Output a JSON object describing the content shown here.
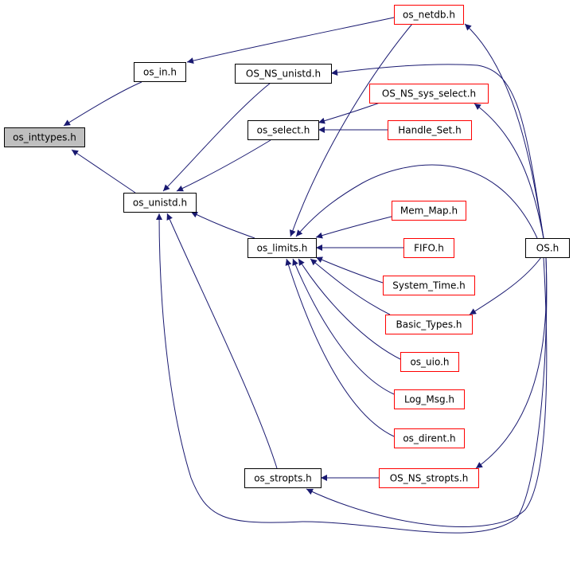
{
  "colors": {
    "edge": "#191970",
    "node_border_black": "#000000",
    "node_border_red": "#ff0000",
    "node_fill": "#ffffff",
    "root_fill": "#bfbfbf"
  },
  "nodes": [
    {
      "id": "os_inttypes",
      "label": "os_inttypes.h",
      "style": "root"
    },
    {
      "id": "os_in",
      "label": "os_in.h",
      "style": "black"
    },
    {
      "id": "os_unistd",
      "label": "os_unistd.h",
      "style": "black"
    },
    {
      "id": "OS_NS_unistd",
      "label": "OS_NS_unistd.h",
      "style": "black"
    },
    {
      "id": "os_select",
      "label": "os_select.h",
      "style": "black"
    },
    {
      "id": "os_limits",
      "label": "os_limits.h",
      "style": "black"
    },
    {
      "id": "os_stropts",
      "label": "os_stropts.h",
      "style": "black"
    },
    {
      "id": "OS",
      "label": "OS.h",
      "style": "black"
    },
    {
      "id": "os_netdb",
      "label": "os_netdb.h",
      "style": "red"
    },
    {
      "id": "OS_NS_sys_select",
      "label": "OS_NS_sys_select.h",
      "style": "red"
    },
    {
      "id": "Handle_Set",
      "label": "Handle_Set.h",
      "style": "red"
    },
    {
      "id": "Mem_Map",
      "label": "Mem_Map.h",
      "style": "red"
    },
    {
      "id": "FIFO",
      "label": "FIFO.h",
      "style": "red"
    },
    {
      "id": "System_Time",
      "label": "System_Time.h",
      "style": "red"
    },
    {
      "id": "Basic_Types",
      "label": "Basic_Types.h",
      "style": "red"
    },
    {
      "id": "os_uio",
      "label": "os_uio.h",
      "style": "red"
    },
    {
      "id": "Log_Msg",
      "label": "Log_Msg.h",
      "style": "red"
    },
    {
      "id": "os_dirent",
      "label": "os_dirent.h",
      "style": "red"
    },
    {
      "id": "OS_NS_stropts",
      "label": "OS_NS_stropts.h",
      "style": "red"
    }
  ],
  "edges": [
    {
      "from": "os_in",
      "to": "os_inttypes"
    },
    {
      "from": "os_unistd",
      "to": "os_inttypes"
    },
    {
      "from": "os_netdb",
      "to": "os_in"
    },
    {
      "from": "OS_NS_unistd",
      "to": "os_unistd"
    },
    {
      "from": "os_select",
      "to": "os_unistd"
    },
    {
      "from": "os_limits",
      "to": "os_unistd"
    },
    {
      "from": "os_stropts",
      "to": "os_unistd"
    },
    {
      "from": "OS",
      "to": "os_unistd"
    },
    {
      "from": "OS_NS_sys_select",
      "to": "os_select"
    },
    {
      "from": "Handle_Set",
      "to": "os_select"
    },
    {
      "from": "os_netdb",
      "to": "os_limits"
    },
    {
      "from": "OS",
      "to": "os_limits"
    },
    {
      "from": "Mem_Map",
      "to": "os_limits"
    },
    {
      "from": "FIFO",
      "to": "os_limits"
    },
    {
      "from": "System_Time",
      "to": "os_limits"
    },
    {
      "from": "Basic_Types",
      "to": "os_limits"
    },
    {
      "from": "os_uio",
      "to": "os_limits"
    },
    {
      "from": "Log_Msg",
      "to": "os_limits"
    },
    {
      "from": "os_dirent",
      "to": "os_limits"
    },
    {
      "from": "OS_NS_stropts",
      "to": "os_stropts"
    },
    {
      "from": "OS",
      "to": "os_stropts"
    },
    {
      "from": "OS",
      "to": "os_netdb"
    },
    {
      "from": "OS",
      "to": "OS_NS_unistd"
    },
    {
      "from": "OS",
      "to": "OS_NS_sys_select"
    },
    {
      "from": "OS",
      "to": "Basic_Types"
    },
    {
      "from": "OS",
      "to": "OS_NS_stropts"
    }
  ]
}
